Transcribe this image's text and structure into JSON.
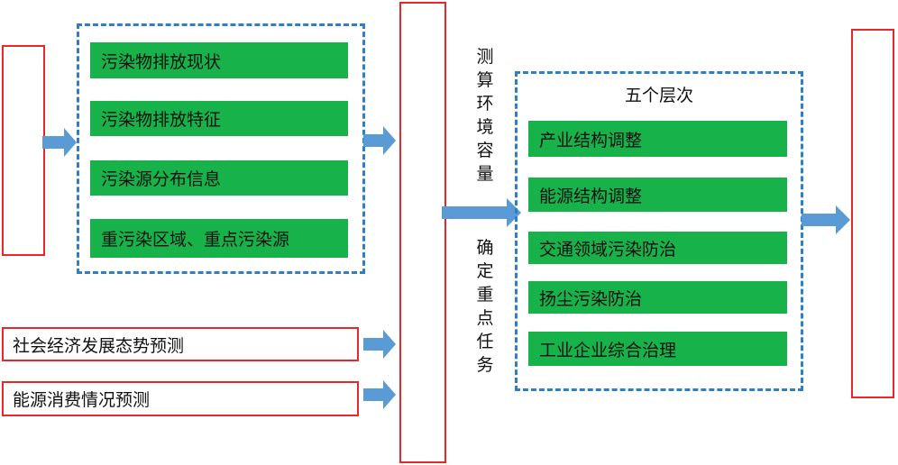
{
  "pollution_group": {
    "items": [
      "污染物排放现状",
      "污染物排放特征",
      "污染源分布信息",
      "重污染区域、重点污染源"
    ]
  },
  "forecasts": [
    "社会经济发展态势预测",
    "能源消费情况预测"
  ],
  "middle_labels": {
    "top": "测算环境容量",
    "bottom": "确定重点任务"
  },
  "levels_group": {
    "title": "五个层次",
    "items": [
      "产业结构调整",
      "能源结构调整",
      "交通领域污染防治",
      "扬尘污染防治",
      "工业企业综合治理"
    ]
  },
  "colors": {
    "red_border": "#e8262c",
    "dashed_border": "#2f7fc6",
    "green_fill": "#17b24a",
    "arrow_fill": "#5b9bd5"
  }
}
